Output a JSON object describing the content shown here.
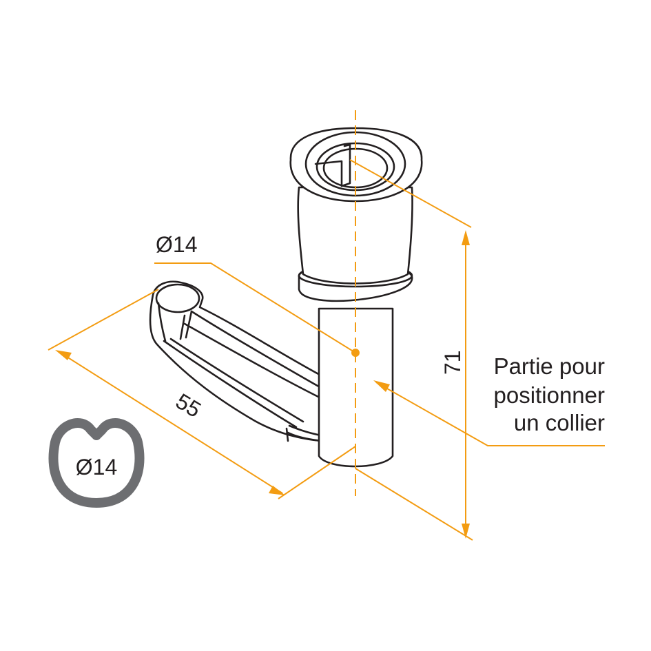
{
  "dimensions": {
    "handle_diameter": "Ø14",
    "arm_length": "55",
    "height": "71"
  },
  "profile": {
    "diameter_label": "Ø14"
  },
  "note": {
    "line1": "Partie pour",
    "line2": "positionner",
    "line3": "un collier"
  },
  "colors": {
    "dimension": "#f39c12",
    "outline": "#231f20",
    "profile": "#6d6e71",
    "text": "#231f20"
  }
}
